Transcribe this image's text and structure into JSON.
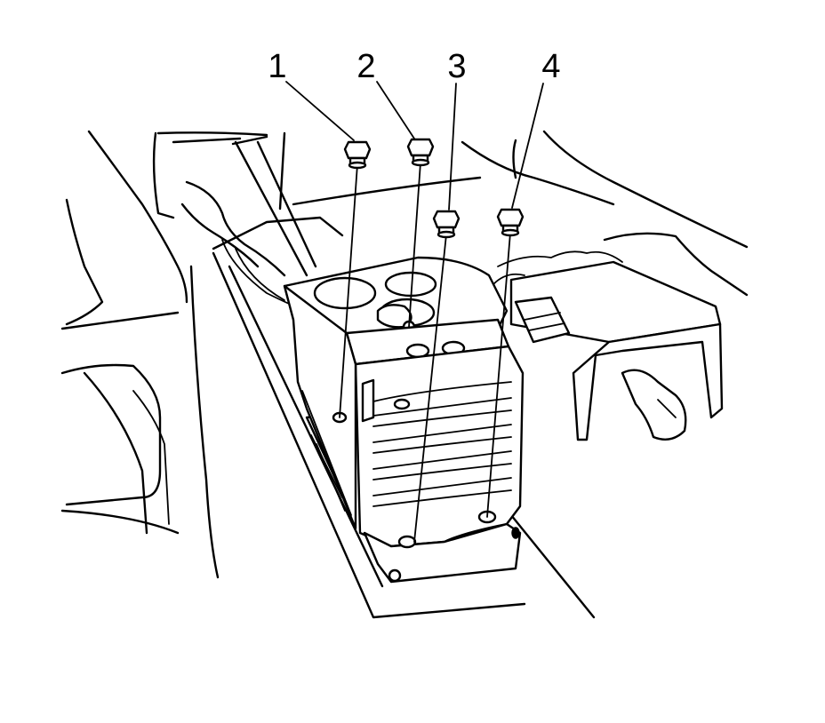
{
  "callouts": [
    {
      "label": "1",
      "part": "bolt"
    },
    {
      "label": "2",
      "part": "bolt"
    },
    {
      "label": "3",
      "part": "bolt"
    },
    {
      "label": "4",
      "part": "bolt"
    }
  ]
}
